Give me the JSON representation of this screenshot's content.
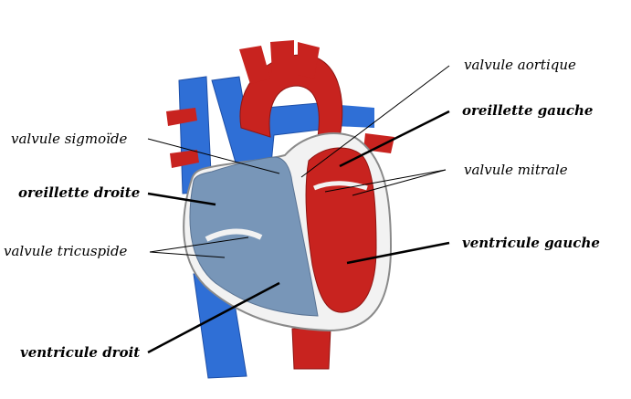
{
  "labels": {
    "valvule_aortique": "valvule aortique",
    "oreillette_gauche": "oreillette gauche",
    "valvule_sigmoide": "valvule sigmoïde",
    "valvule_mitrale": "valvule mitrale",
    "oreillette_droite": "oreillette droite",
    "ventricule_gauche": "ventricule gauche",
    "valvule_tricuspide": "valvule tricuspide",
    "ventricule_droit": "ventricule droit"
  },
  "colors": {
    "oxygenated": "#c8231f",
    "deoxygenated": "#2f6fd6",
    "chamber_blue": "#7896b8",
    "wall": "#f2f2f2",
    "outline": "#8a8a8a"
  }
}
